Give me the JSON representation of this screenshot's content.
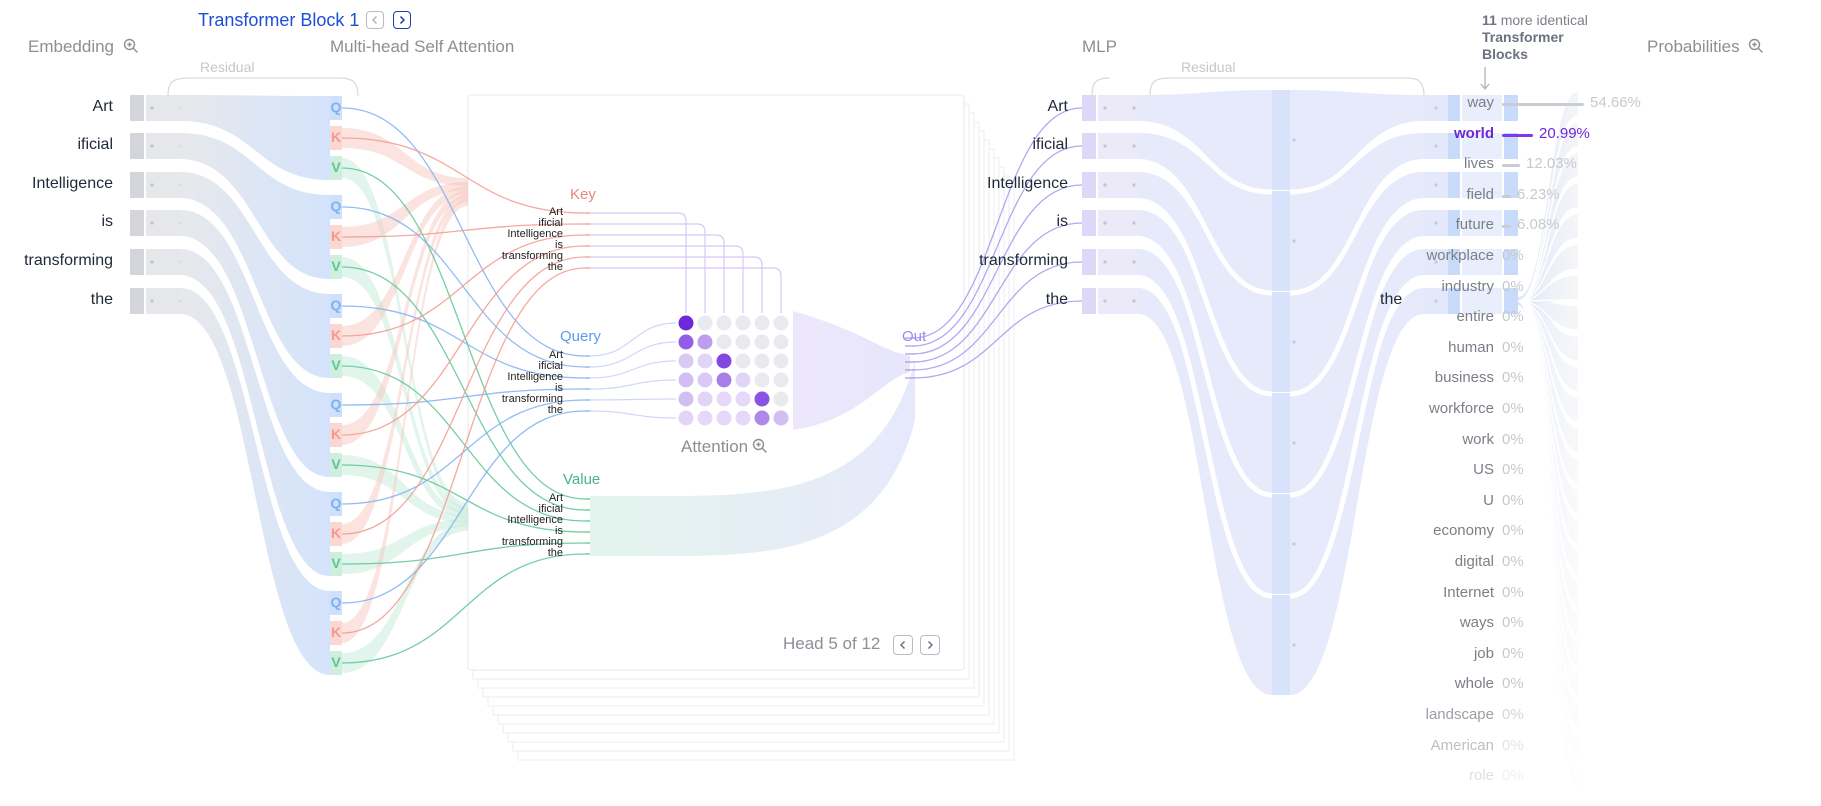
{
  "header": {
    "block_title": "Transformer Block 1",
    "more_blocks": {
      "count": "11",
      "text_a": "more identical",
      "text_b": "Transformer",
      "text_c": "Blocks"
    }
  },
  "sections": {
    "embedding": "Embedding",
    "attention": "Multi-head Self Attention",
    "mlp": "MLP",
    "probabilities": "Probabilities",
    "residual": "Residual"
  },
  "tokens": [
    "Art",
    "ificial",
    "Intelligence",
    "is",
    "transforming",
    "the"
  ],
  "qkv_letters": {
    "q": "Q",
    "k": "K",
    "v": "V"
  },
  "attention_panel": {
    "key_label": "Key",
    "query_label": "Query",
    "value_label": "Value",
    "out_label": "Out",
    "attention_label": "Attention",
    "head_text": "Head 5 of 12",
    "matrix": [
      [
        1.0,
        0,
        0,
        0,
        0,
        0
      ],
      [
        0.75,
        0.45,
        0,
        0,
        0,
        0
      ],
      [
        0.25,
        0.2,
        0.85,
        0,
        0,
        0
      ],
      [
        0.3,
        0.25,
        0.6,
        0.2,
        0,
        0
      ],
      [
        0.3,
        0.2,
        0.15,
        0.05,
        0.8,
        0
      ],
      [
        0.2,
        0.1,
        0.1,
        0.15,
        0.55,
        0.3
      ]
    ]
  },
  "mlp_last_token": "the",
  "probabilities": [
    {
      "word": "way",
      "value": "54.66%",
      "frac": 0.5466,
      "selected": false
    },
    {
      "word": "world",
      "value": "20.99%",
      "frac": 0.2099,
      "selected": true
    },
    {
      "word": "lives",
      "value": "12.03%",
      "frac": 0.1203,
      "selected": false
    },
    {
      "word": "field",
      "value": "6.23%",
      "frac": 0.0623,
      "selected": false
    },
    {
      "word": "future",
      "value": "6.08%",
      "frac": 0.0608,
      "selected": false
    },
    {
      "word": "workplace",
      "value": "0%",
      "frac": 0,
      "selected": false
    },
    {
      "word": "industry",
      "value": "0%",
      "frac": 0,
      "selected": false
    },
    {
      "word": "entire",
      "value": "0%",
      "frac": 0,
      "selected": false
    },
    {
      "word": "human",
      "value": "0%",
      "frac": 0,
      "selected": false
    },
    {
      "word": "business",
      "value": "0%",
      "frac": 0,
      "selected": false
    },
    {
      "word": "workforce",
      "value": "0%",
      "frac": 0,
      "selected": false
    },
    {
      "word": "work",
      "value": "0%",
      "frac": 0,
      "selected": false
    },
    {
      "word": "US",
      "value": "0%",
      "frac": 0,
      "selected": false
    },
    {
      "word": "U",
      "value": "0%",
      "frac": 0,
      "selected": false
    },
    {
      "word": "economy",
      "value": "0%",
      "frac": 0,
      "selected": false
    },
    {
      "word": "digital",
      "value": "0%",
      "frac": 0,
      "selected": false
    },
    {
      "word": "Internet",
      "value": "0%",
      "frac": 0,
      "selected": false
    },
    {
      "word": "ways",
      "value": "0%",
      "frac": 0,
      "selected": false
    },
    {
      "word": "job",
      "value": "0%",
      "frac": 0,
      "selected": false
    },
    {
      "word": "whole",
      "value": "0%",
      "frac": 0,
      "selected": false
    },
    {
      "word": "landscape",
      "value": "0%",
      "frac": 0,
      "selected": false
    },
    {
      "word": "American",
      "value": "0%",
      "frac": 0,
      "selected": false
    },
    {
      "word": "role",
      "value": "0%",
      "frac": 0,
      "selected": false
    }
  ],
  "colors": {
    "query": "#7fb0f0",
    "key": "#f29a8f",
    "value": "#5cc795",
    "attention_accent": "#6d28d9",
    "mlp_band": "#d9e4fb",
    "embed_band": "#d6e4fb",
    "selected_prob": "#7c3aed",
    "block_title": "#1d4ed8"
  },
  "icons": [
    "zoom-in-icon",
    "chevron-left-icon",
    "chevron-right-icon",
    "arrow-down-icon"
  ]
}
